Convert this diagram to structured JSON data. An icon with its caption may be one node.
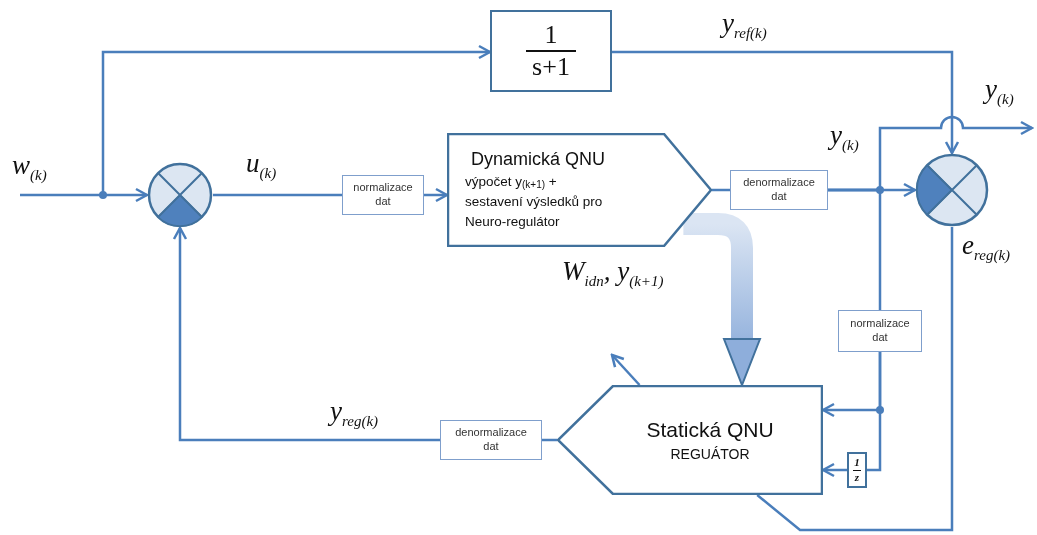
{
  "diagram": {
    "nodes": [
      {
        "text": [],
        "shape": "circle"
      },
      {
        "text": [
          "1",
          "s+1"
        ]
      },
      {
        "text": [
          "normalizace dat"
        ]
      },
      {
        "text": [
          "Dynamická QNU",
          "výpočet y$_{(k+1)}$ + sestavení výsledků pro Neuro-regulátor"
        ]
      },
      {
        "text": [
          "denormalizace dat"
        ]
      },
      {
        "text": [],
        "shape": "circle"
      },
      {
        "text": [
          "normalizace dat"
        ]
      },
      {
        "text": [
          "Statická QNU",
          "REGUÁTOR"
        ]
      },
      {
        "text": [
          "1",
          "z"
        ]
      },
      {
        "text": [
          "denormalizace dat"
        ]
      }
    ],
    "edges": [
      {
        "from": null,
        "to": 0,
        "arrow": "to",
        "label": "w$_{(k)}$"
      },
      {
        "from": null,
        "to": 1,
        "arrow": "to"
      },
      {
        "from": 0,
        "to": 2,
        "arrow": "none",
        "label": "u$_{(k)}$"
      },
      {
        "from": 2,
        "to": 3,
        "arrow": "to"
      },
      {
        "from": 3,
        "to": 4,
        "arrow": "none"
      },
      {
        "from": 4,
        "to": 5,
        "arrow": "to",
        "label": "y$_{(k)}$"
      },
      {
        "from": 1,
        "to": 5,
        "arrow": "to",
        "label": "y$_{ref(k)}$"
      },
      {
        "from": 4,
        "to": null,
        "arrow": "to",
        "label": "y$_{(k)}$"
      },
      {
        "from": 4,
        "to": 6,
        "arrow": "none"
      },
      {
        "from": 6,
        "to": 7,
        "arrow": "to"
      },
      {
        "from": 6,
        "to": 8,
        "arrow": "none"
      },
      {
        "from": 8,
        "to": 7,
        "arrow": "to"
      },
      {
        "from": 5,
        "to": 7,
        "arrow": "none",
        "label": "e$_{reg(k)}$"
      },
      {
        "from": 3,
        "to": 7,
        "arrow": "to",
        "style": "thick",
        "label": "W$_{idn}$, y$_{(k+1)}$"
      },
      {
        "from": 7,
        "to": null,
        "arrow": "to"
      },
      {
        "from": 7,
        "to": 9,
        "arrow": "none"
      },
      {
        "from": 9,
        "to": 0,
        "arrow": "to",
        "label": "y$_{reg(k)}$"
      }
    ]
  }
}
